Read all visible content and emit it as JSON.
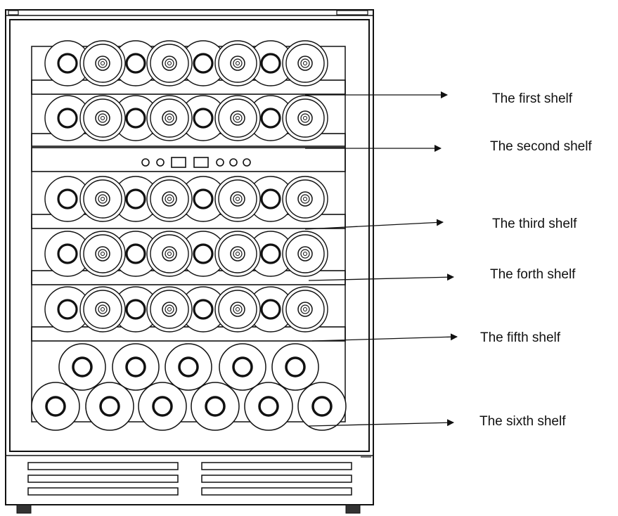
{
  "labels": [
    "The first shelf",
    "The second shelf",
    "The third shelf",
    "The forth shelf",
    "The fifth shelf",
    "The sixth shelf"
  ],
  "colors": {
    "line": "#111111",
    "background": "#ffffff"
  },
  "icons": [
    "wine-bottle-end-icon",
    "control-button-icon",
    "display-window-icon",
    "vent-slot-icon",
    "foot-icon"
  ]
}
